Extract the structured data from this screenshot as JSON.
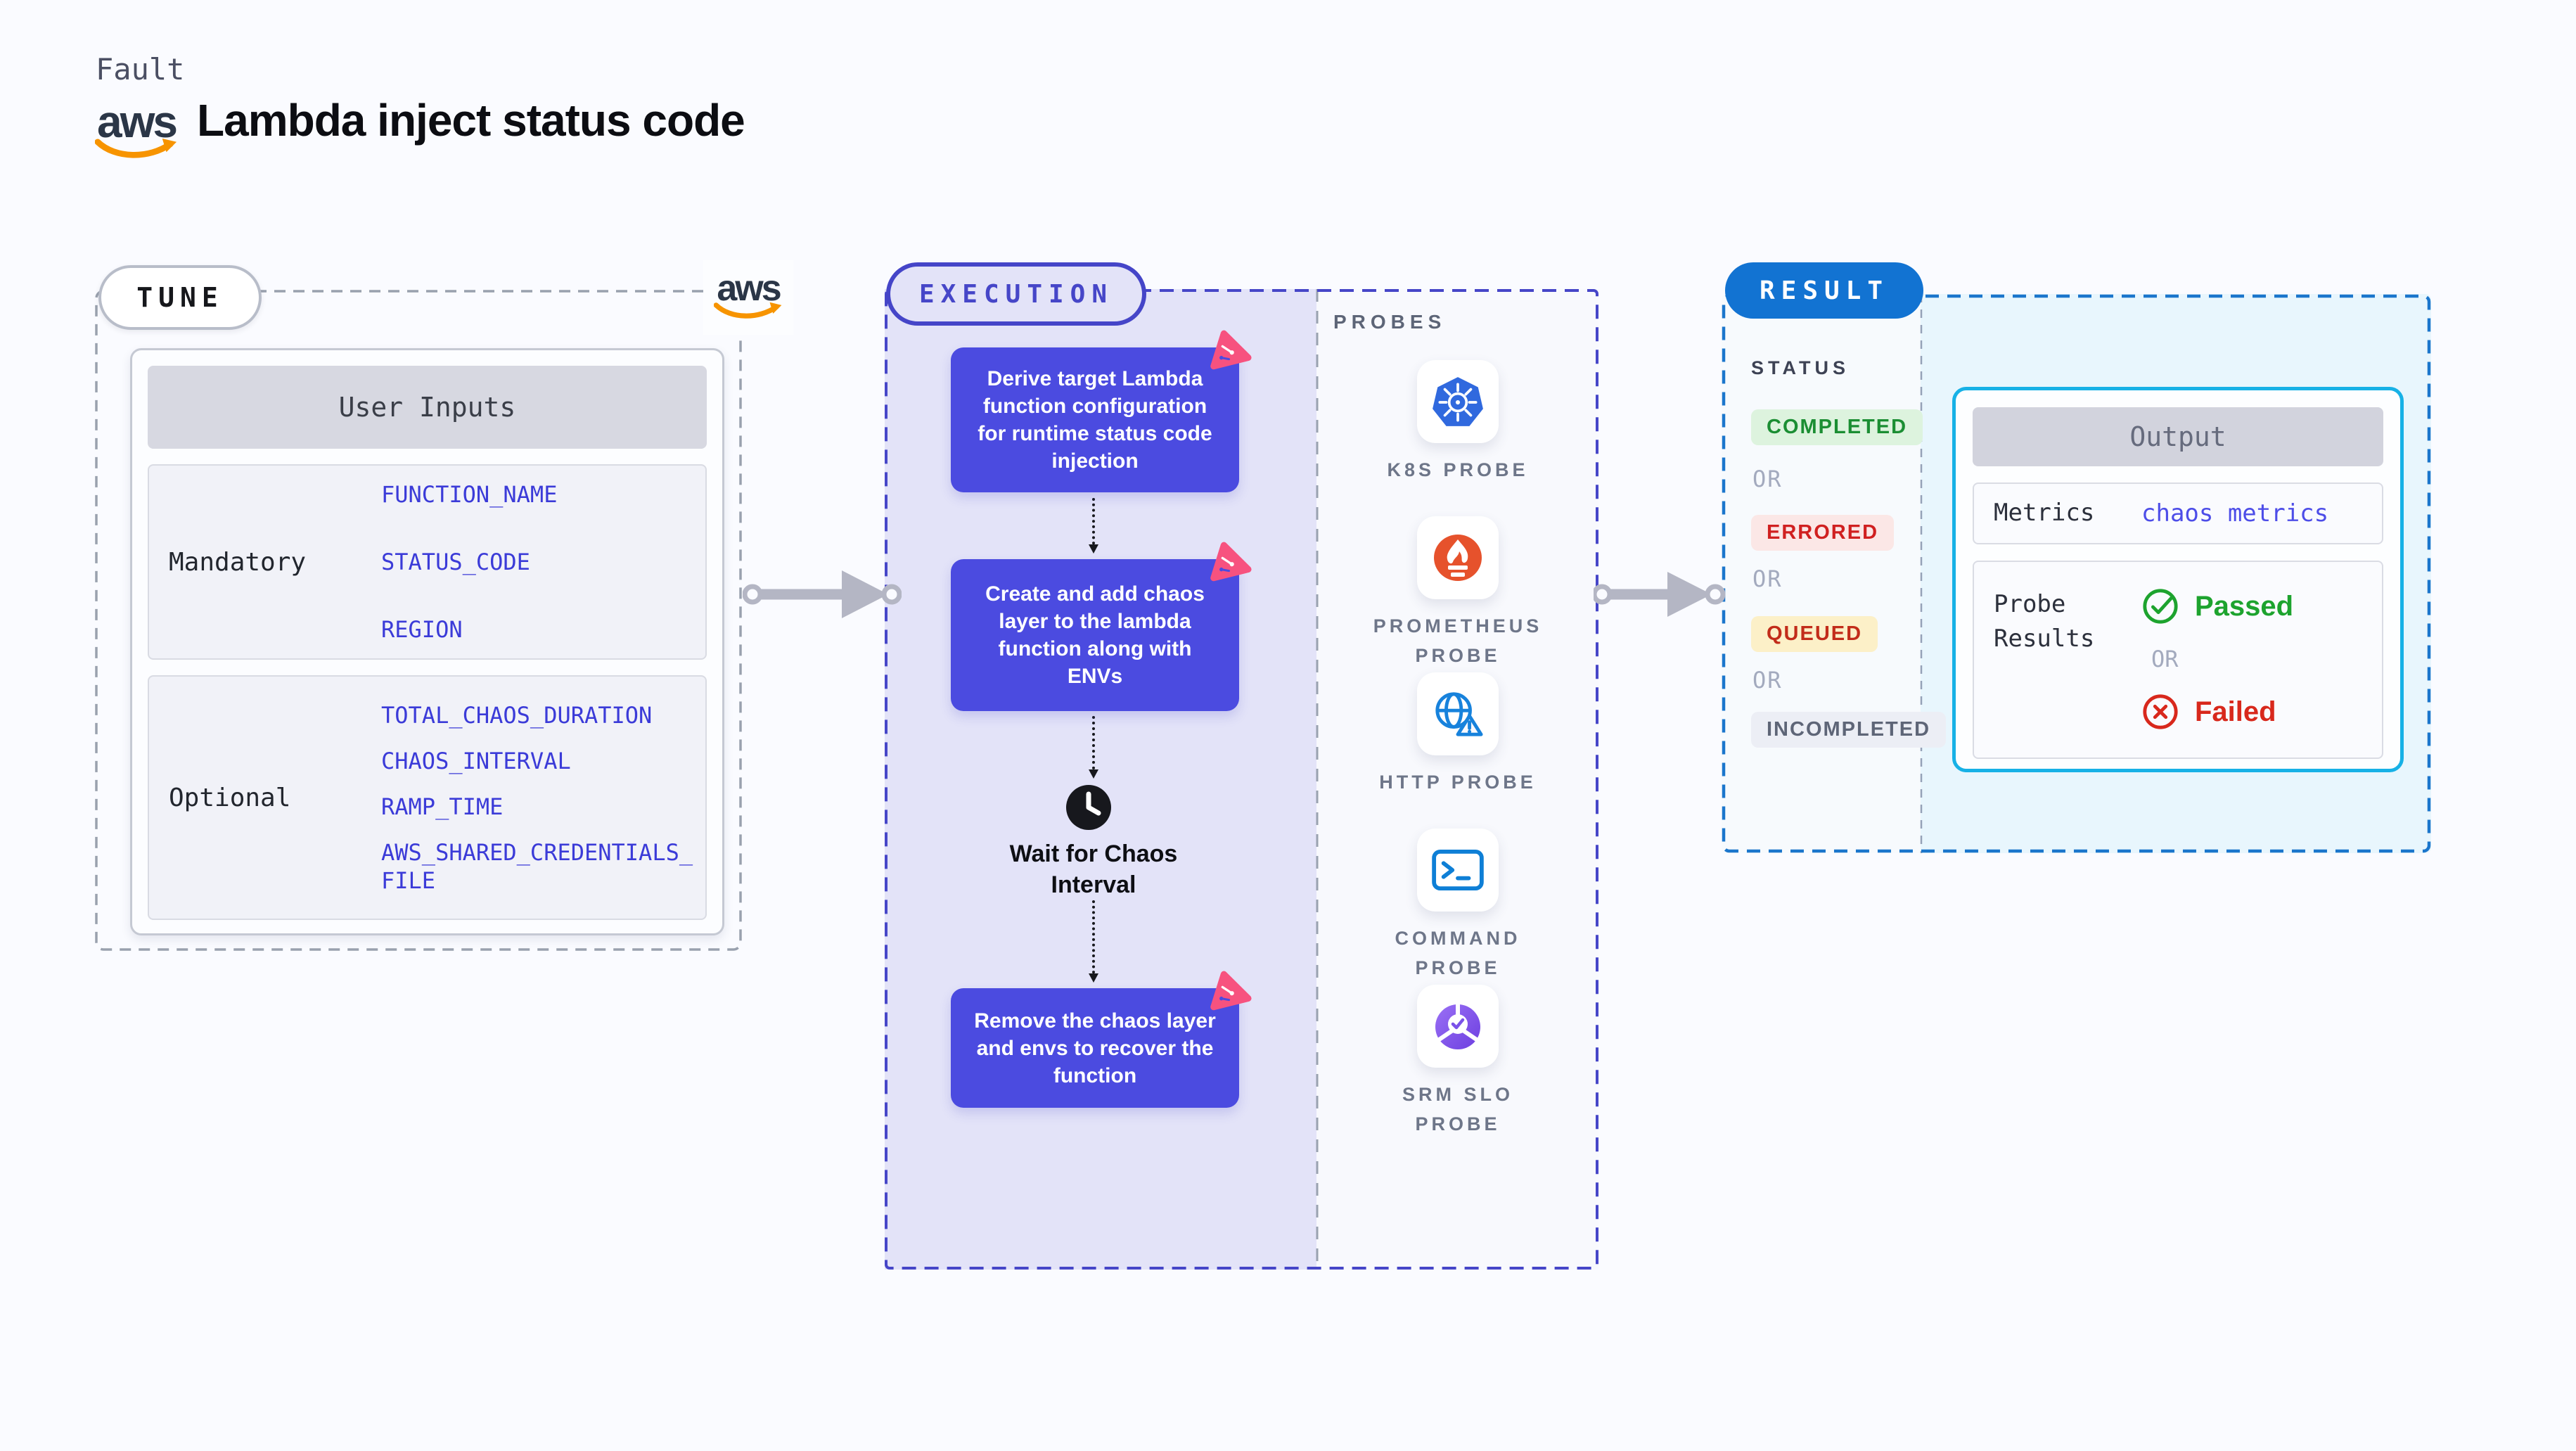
{
  "header": {
    "kicker": "Fault",
    "title": "Lambda inject status code",
    "aws_logo_text": "aws"
  },
  "tune": {
    "badge": "TUNE",
    "user_inputs": {
      "title": "User Inputs",
      "groups": [
        {
          "label": "Mandatory",
          "values": [
            "FUNCTION_NAME",
            "STATUS_CODE",
            "REGION"
          ]
        },
        {
          "label": "Optional",
          "values": [
            "TOTAL_CHAOS_DURATION",
            "CHAOS_INTERVAL",
            "RAMP_TIME",
            "AWS_SHARED_CREDENTIALS_FILE"
          ]
        }
      ]
    }
  },
  "execution": {
    "badge": "EXECUTION",
    "steps": [
      "Derive target Lambda function configuration for runtime status code injection",
      "Create and add chaos layer to the lambda function along with ENVs",
      "Remove the chaos layer and envs to recover the function"
    ],
    "wait_label": "Wait for Chaos Interval"
  },
  "probes": {
    "title": "PROBES",
    "items": [
      {
        "icon": "k8s-icon",
        "label": "K8S PROBE"
      },
      {
        "icon": "prometheus-icon",
        "label": "PROMETHEUS PROBE"
      },
      {
        "icon": "http-icon",
        "label": "HTTP PROBE"
      },
      {
        "icon": "command-icon",
        "label": "COMMAND PROBE"
      },
      {
        "icon": "srm-slo-icon",
        "label": "SRM SLO PROBE"
      }
    ]
  },
  "result": {
    "badge": "RESULT",
    "status_title": "STATUS",
    "or_label": "OR",
    "statuses": [
      {
        "label": "COMPLETED",
        "fg": "#1b8e33",
        "bg": "#ddf3de"
      },
      {
        "label": "ERRORED",
        "fg": "#d02020",
        "bg": "#fbe7e6"
      },
      {
        "label": "QUEUED",
        "fg": "#c22c1a",
        "bg": "#fcf0c8"
      },
      {
        "label": "INCOMPLETED",
        "fg": "#5e6577",
        "bg": "#eceef5"
      }
    ],
    "output": {
      "title": "Output",
      "metrics_label": "Metrics",
      "metrics_value": "chaos metrics",
      "probe_results_label": "Probe Results",
      "passed_label": "Passed",
      "failed_label": "Failed"
    }
  },
  "colors": {
    "page_bg": "#fafbff",
    "accent_indigo": "#4b4be0",
    "execution_border": "#4646c8",
    "execution_bg": "#e3e3f8",
    "chaos_pink": "#f7527f",
    "result_blue": "#1273d2",
    "output_border_cyan": "#17b1e6",
    "passed_green": "#1da32e",
    "failed_red": "#d8281c",
    "aws_orange": "#f79400",
    "kubernetes_blue": "#3069de",
    "prometheus_orange": "#e6522c",
    "http_blue": "#1782dc",
    "command_blue": "#0e7fd6",
    "srm_purple": "#7a52e8",
    "arrow_gray": "#b4b6c4"
  }
}
